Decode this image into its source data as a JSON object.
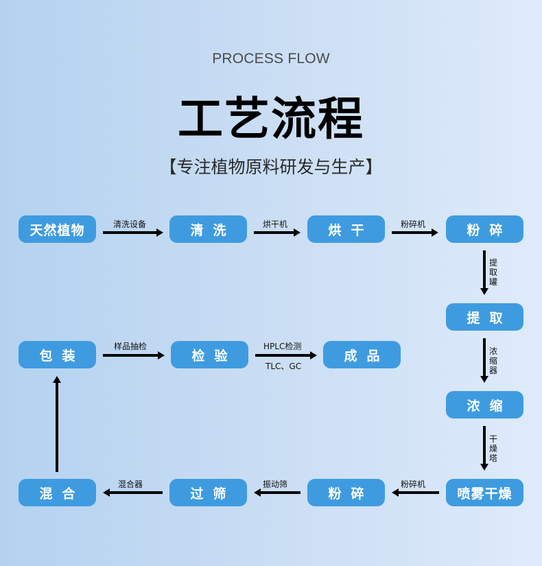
{
  "header": {
    "subtitle_en": "PROCESS FLOW",
    "title": "工艺流程",
    "tagline": "【专注植物原料研发与生产】"
  },
  "colors": {
    "node_fill": "#3f9be0",
    "node_text": "#ffffff",
    "arrow": "#000000",
    "background_left": "#b4d2f0",
    "background_right": "#deebfb"
  },
  "nodes": {
    "natural_plants": "天然植物",
    "washing": "清洗",
    "drying": "烘干",
    "crushing_1": "粉碎",
    "extraction": "提取",
    "concentration": "浓缩",
    "spray_drying": "喷雾干燥",
    "crushing_2": "粉碎",
    "sieving": "过筛",
    "mixing": "混合",
    "packaging": "包装",
    "inspection": "检验",
    "finished_product": "成品"
  },
  "edges": [
    {
      "from": "natural_plants",
      "to": "washing",
      "label": "清洗设备"
    },
    {
      "from": "washing",
      "to": "drying",
      "label": "烘干机"
    },
    {
      "from": "drying",
      "to": "crushing_1",
      "label": "粉碎机"
    },
    {
      "from": "crushing_1",
      "to": "extraction",
      "label": "提取罐"
    },
    {
      "from": "extraction",
      "to": "concentration",
      "label": "浓缩器"
    },
    {
      "from": "concentration",
      "to": "spray_drying",
      "label": "干燥塔"
    },
    {
      "from": "spray_drying",
      "to": "crushing_2",
      "label": "粉碎机"
    },
    {
      "from": "crushing_2",
      "to": "sieving",
      "label": "振动筛"
    },
    {
      "from": "sieving",
      "to": "mixing",
      "label": "混合器"
    },
    {
      "from": "mixing",
      "to": "packaging",
      "label": ""
    },
    {
      "from": "packaging",
      "to": "inspection",
      "label": "样品抽检"
    },
    {
      "from": "inspection",
      "to": "finished_product",
      "label": "HPLC检测",
      "label_below": "TLC、GC"
    }
  ]
}
